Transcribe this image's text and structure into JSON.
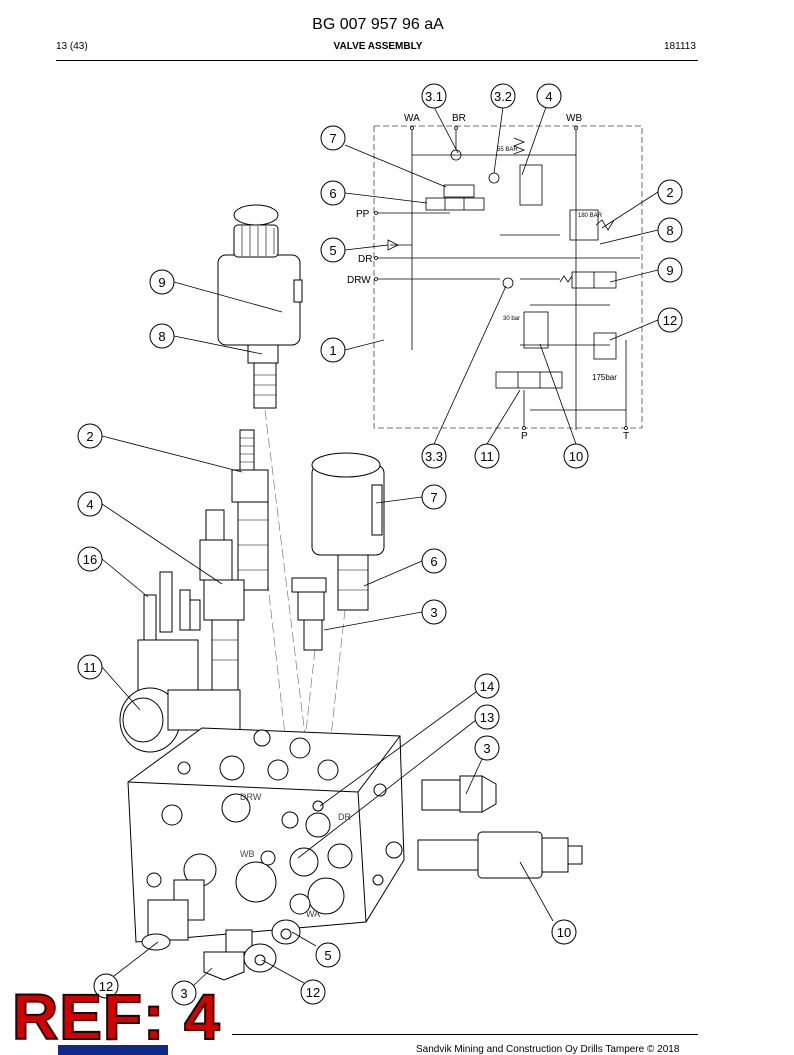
{
  "header": {
    "doc_number": "BG 007 957 96 aA",
    "page": "13 (43)",
    "title": "VALVE ASSEMBLY",
    "revision": "181113"
  },
  "schematic": {
    "ports": {
      "wa": "WA",
      "br": "BR",
      "wb": "WB",
      "pp": "PP",
      "dr": "DR",
      "drw": "DRW",
      "p": "P",
      "t": "T"
    },
    "settings": {
      "s55": "55 BAR",
      "s180": "180 BAR",
      "s30": "30 bar",
      "s175": "175bar"
    }
  },
  "body_ports": {
    "drw": "DRW",
    "dr": "DR",
    "wb": "WB",
    "wa": "WA"
  },
  "callouts": {
    "c31": "3.1",
    "c32": "3.2",
    "c4a": "4",
    "c7a": "7",
    "c6a": "6",
    "c5a": "5",
    "c9a": "9",
    "c8a": "8",
    "c1": "1",
    "c2a": "2",
    "c8b": "8",
    "c9b": "9",
    "c12a": "12",
    "c33": "3.3",
    "c11a": "11",
    "c10a": "10",
    "c2b": "2",
    "c4b": "4",
    "c16": "16",
    "c7b": "7",
    "c6b": "6",
    "c3a": "3",
    "c11b": "11",
    "c14": "14",
    "c13": "13",
    "c3b": "3",
    "c10b": "10",
    "c5b": "5",
    "c12b": "12",
    "c3c": "3",
    "c12c": "12"
  },
  "footer": {
    "ref": "REF: 4",
    "copyright": "Sandvik Mining and Construction Oy Drills Tampere © 2018"
  }
}
